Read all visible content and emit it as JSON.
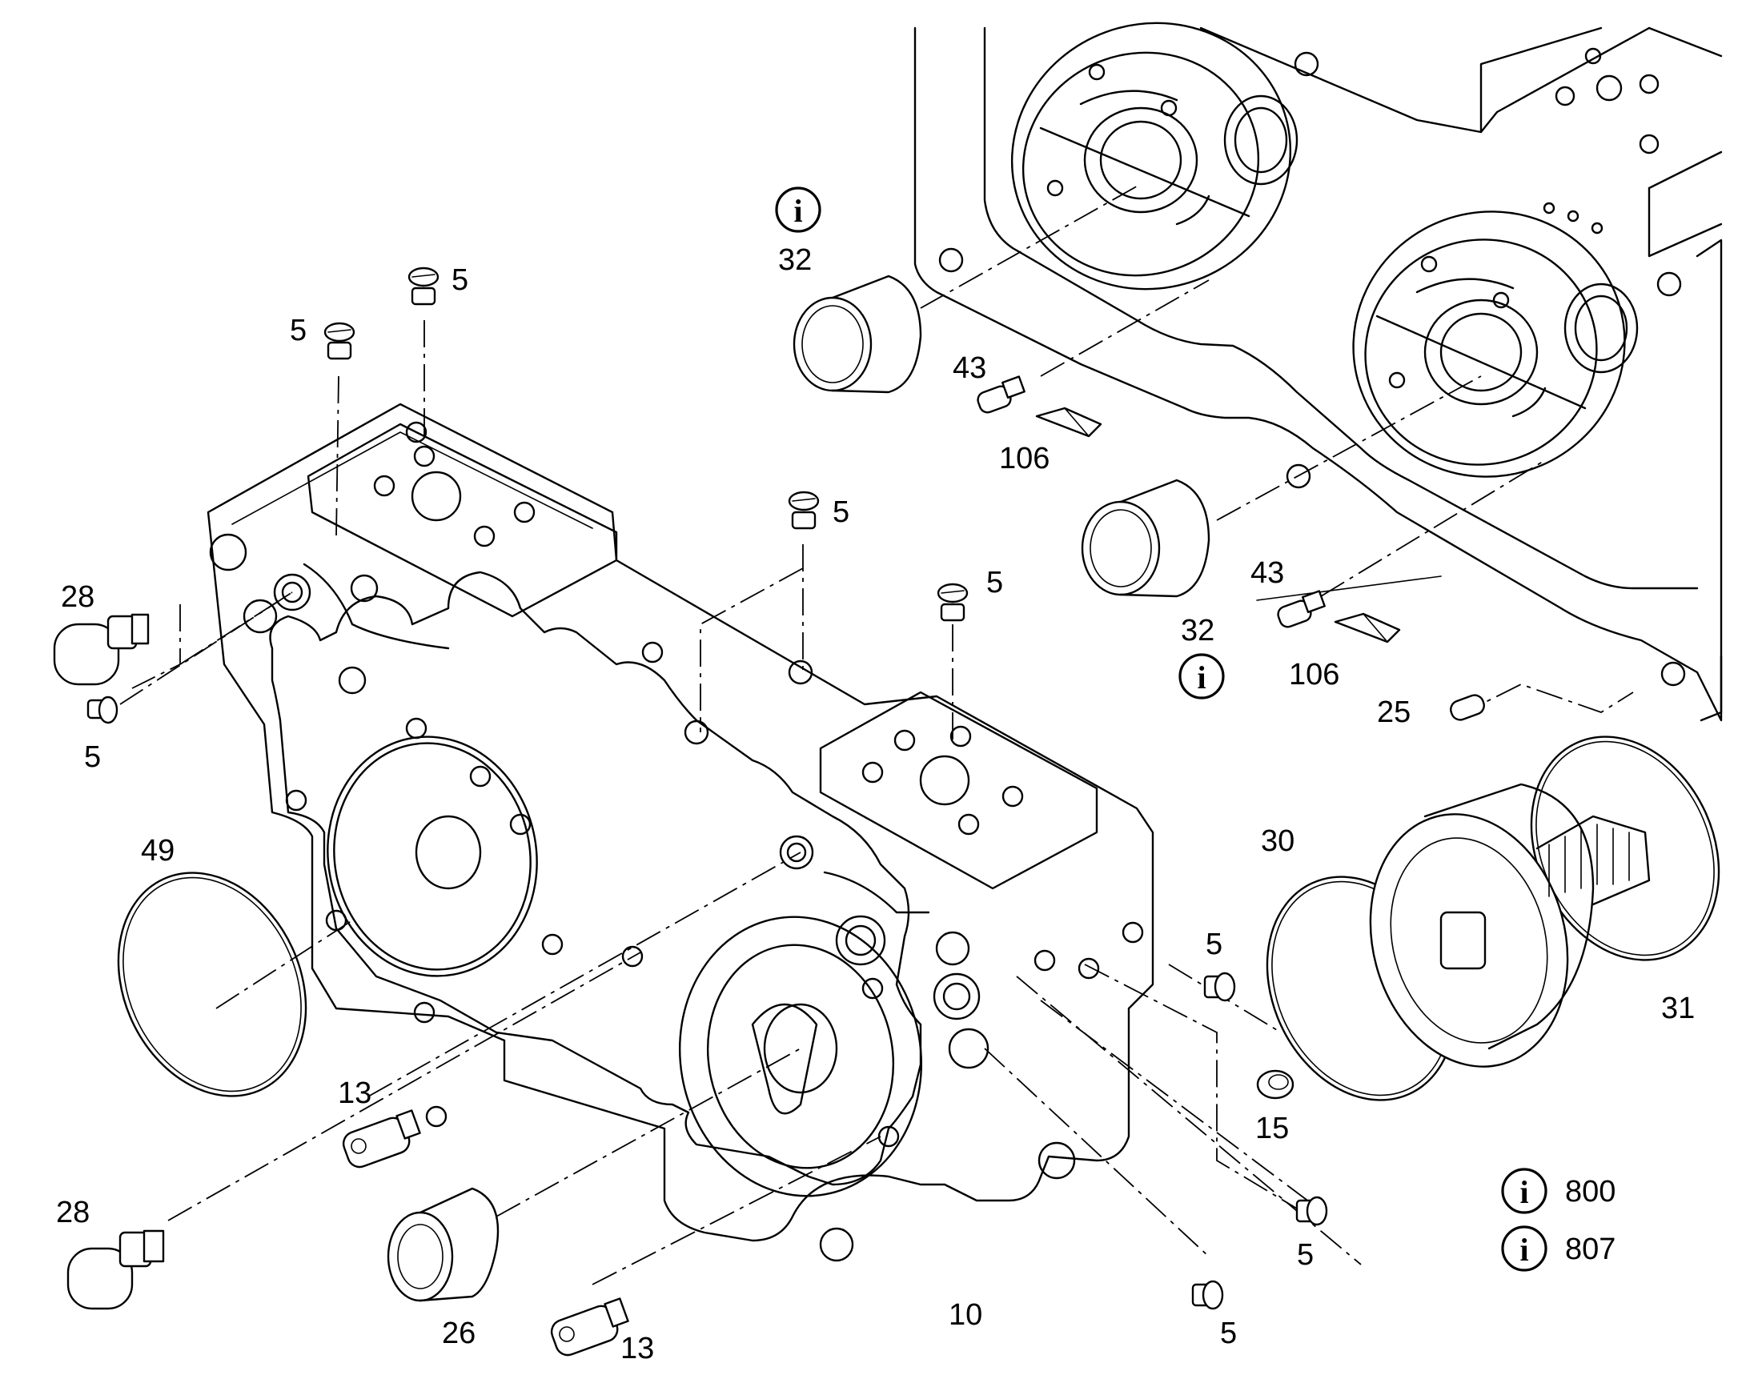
{
  "parts": [
    {
      "id": "p5a",
      "label": "5"
    },
    {
      "id": "p5b",
      "label": "5"
    },
    {
      "id": "p5c",
      "label": "5"
    },
    {
      "id": "p5d",
      "label": "5"
    },
    {
      "id": "p5e",
      "label": "5"
    },
    {
      "id": "p5f",
      "label": "5"
    },
    {
      "id": "p5g",
      "label": "5"
    },
    {
      "id": "p5h",
      "label": "5"
    },
    {
      "id": "p10",
      "label": "10"
    },
    {
      "id": "p13a",
      "label": "13"
    },
    {
      "id": "p13b",
      "label": "13"
    },
    {
      "id": "p15",
      "label": "15"
    },
    {
      "id": "p25",
      "label": "25"
    },
    {
      "id": "p26",
      "label": "26"
    },
    {
      "id": "p28a",
      "label": "28"
    },
    {
      "id": "p28b",
      "label": "28"
    },
    {
      "id": "p30",
      "label": "30"
    },
    {
      "id": "p31",
      "label": "31"
    },
    {
      "id": "p32a",
      "label": "32"
    },
    {
      "id": "p32b",
      "label": "32"
    },
    {
      "id": "p43a",
      "label": "43"
    },
    {
      "id": "p43b",
      "label": "43"
    },
    {
      "id": "p49",
      "label": "49"
    },
    {
      "id": "p106a",
      "label": "106"
    },
    {
      "id": "p106b",
      "label": "106"
    }
  ],
  "info_notes": [
    {
      "id": "n32a",
      "symbol": "i",
      "ref": ""
    },
    {
      "id": "n32b",
      "symbol": "i",
      "ref": ""
    },
    {
      "id": "n800",
      "symbol": "i",
      "ref": "800"
    },
    {
      "id": "n807",
      "symbol": "i",
      "ref": "807"
    }
  ]
}
